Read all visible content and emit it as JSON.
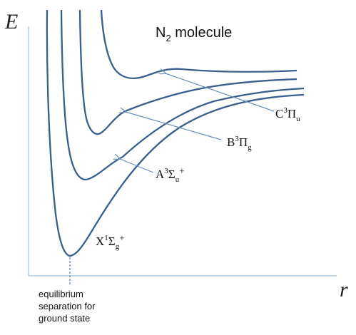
{
  "axes": {
    "y_label": "E",
    "x_label": "r",
    "color": "#a9c4d9"
  },
  "title": {
    "main": "N",
    "subscript": "2",
    "rest": " molecule"
  },
  "curve_color": "#3a5f8f",
  "curves": [
    {
      "id": "X",
      "letter": "X",
      "multiplicity": "1",
      "symbol": "Σ",
      "subscript": "g",
      "superscript": "+"
    },
    {
      "id": "A",
      "letter": "A",
      "multiplicity": "3",
      "symbol": "Σ",
      "subscript": "u",
      "superscript": "+"
    },
    {
      "id": "B",
      "letter": "B",
      "multiplicity": "3",
      "symbol": "Π",
      "subscript": "g",
      "superscript": ""
    },
    {
      "id": "C",
      "letter": "C",
      "multiplicity": "3",
      "symbol": "Π",
      "subscript": "u",
      "superscript": ""
    }
  ],
  "annotation": {
    "line1": "equilibrium",
    "line2": "separation for",
    "line3": "ground state"
  }
}
